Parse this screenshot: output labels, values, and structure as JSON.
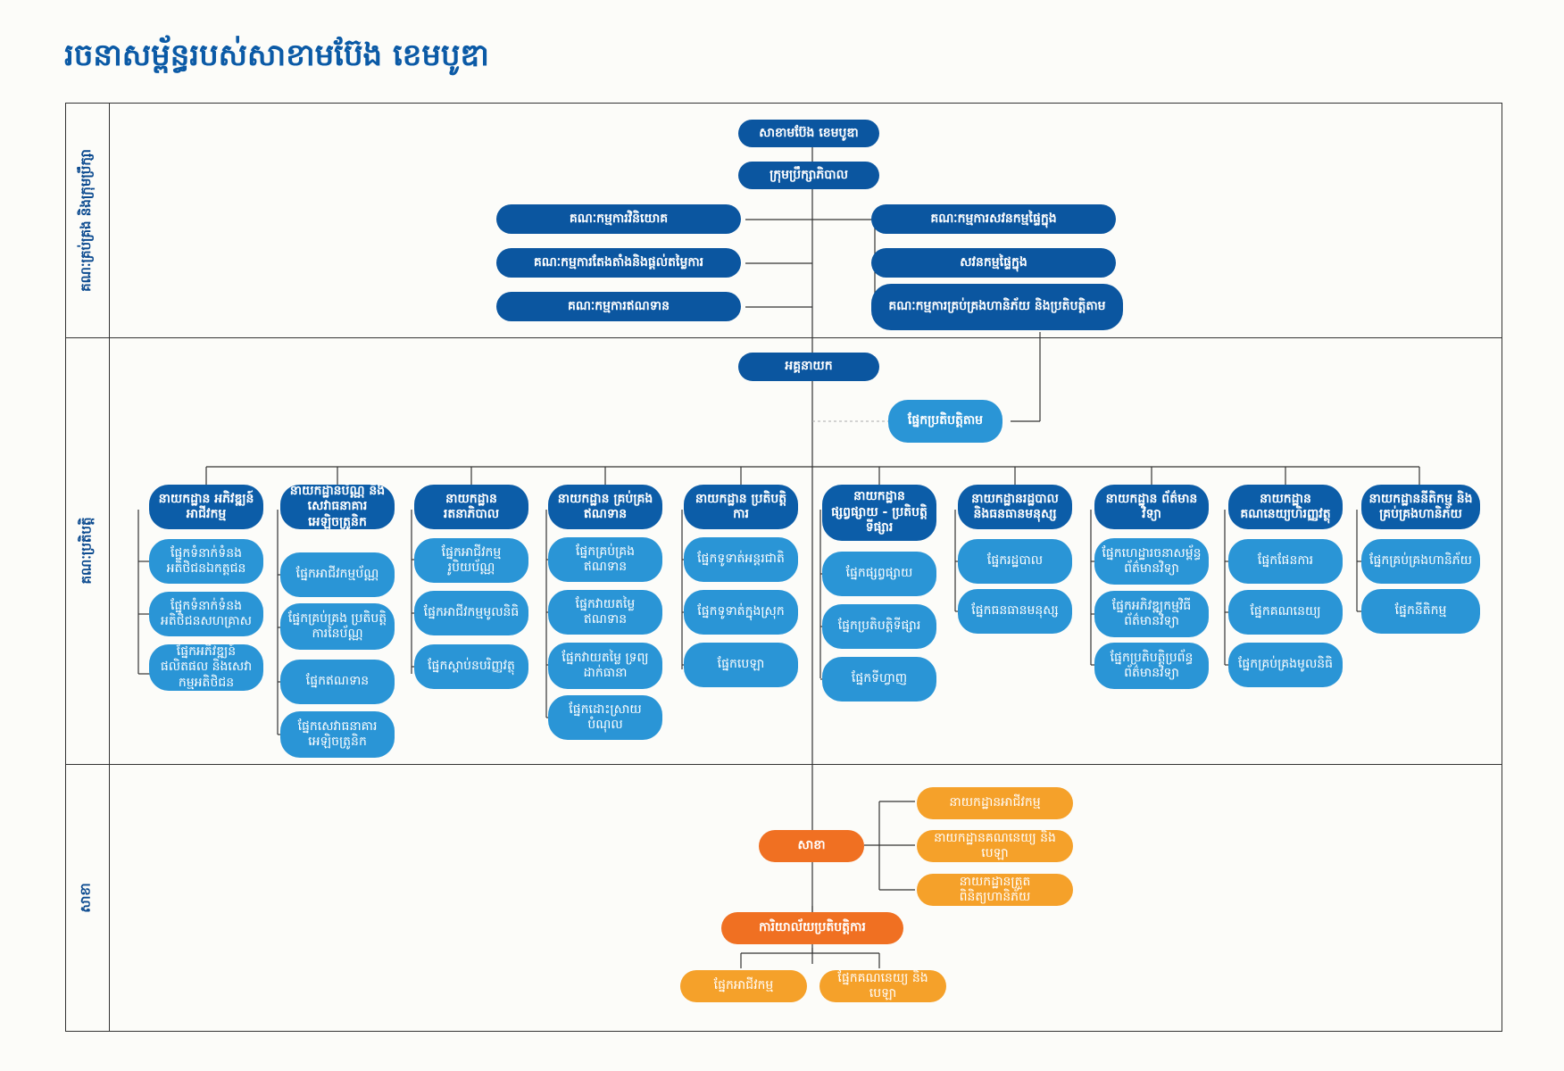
{
  "title": "រចនាសម្ព័ន្ធរបស់សាខាមប៊ែង ខេមបូឌា",
  "sections": {
    "governance": "គណៈគ្រប់គ្រង និងក្រុមប្រឹក្សា",
    "operations": "គណៈប្រតិបត្តិ",
    "branch": "សាខា"
  },
  "board": {
    "bank": "សាខាមប៊ែង ខេមបូឌា",
    "board_of_directors": "ក្រុមប្រឹក្សាភិបាល",
    "left_committees": [
      "គណៈកម្មការវិនិយោគ",
      "គណៈកម្មការតែងតាំងនិងផ្តល់តម្លៃការ",
      "គណៈកម្មការឥណទាន"
    ],
    "right_committees": [
      "គណៈកម្មការសវនកម្មផ្ទៃក្នុង",
      "សវនកម្មផ្ទៃក្នុង",
      "គណៈកម្មការគ្រប់គ្រងហានិភ័យ និងប្រតិបត្តិតាម"
    ]
  },
  "executive": {
    "ceo": "អគ្គនាយក",
    "compliance": "ផ្នែកប្រតិបត្តិតាម"
  },
  "departments": [
    {
      "head": "នាយកដ្ឋាន អភិវឌ្ឍន៍អាជីវកម្ម",
      "units": [
        "ផ្នែកទំនាក់ទំនង អតិថិជនឯកត្តជន",
        "ផ្នែកទំនាក់ទំនង អតិថិជនសហគ្រាស",
        "ផ្នែកអភិវឌ្ឍន៍ផលិតផល និងសេវាកម្មអតិថិជន"
      ]
    },
    {
      "head": "នាយកដ្ឋានប័ណ្ណ និងសេវាធនាគារ អេឡិចត្រូនិក",
      "units": [
        "ផ្នែកអាជីវកម្មប័ណ្ណ",
        "ផ្នែកគ្រប់គ្រង ប្រតិបត្តិការនៃប័ណ្ណ",
        "ផ្នែកឥណទាន",
        "ផ្នែកសេវាធនាគារ អេឡិចត្រូនិក"
      ]
    },
    {
      "head": "នាយកដ្ឋាន រតនាភិបាល",
      "units": [
        "ផ្នែកអាជីវកម្មរូបិយប័ណ្ណ",
        "ផ្នែកអាជីវកម្មមូលនិធិ",
        "ផ្នែកស្តាប់នបរិញ្ញវត្ថុ"
      ]
    },
    {
      "head": "នាយកដ្ឋាន គ្រប់គ្រងឥណទាន",
      "units": [
        "ផ្នែកគ្រប់គ្រងឥណទាន",
        "ផ្នែកវាយតម្លៃឥណទាន",
        "ផ្នែកវាយតម្លៃ ទ្រព្យដាក់ធានា",
        "ផ្នែកដោះស្រាយបំណុល"
      ]
    },
    {
      "head": "នាយកដ្ឋាន ប្រតិបត្តិការ",
      "units": [
        "ផ្នែកទូទាត់អន្តរជាតិ",
        "ផ្នែកទូទាត់ក្នុងស្រុក",
        "ផ្នែកបេឡា"
      ]
    },
    {
      "head": "នាយកដ្ឋាន ផ្សព្វផ្សាយ - ប្រតិបត្តិទីផ្សារ",
      "units": [
        "ផ្នែកផ្សព្វផ្សាយ",
        "ផ្នែកប្រតិបត្តិទីផ្សារ",
        "ផ្នែកទីហ្វាញ"
      ]
    },
    {
      "head": "នាយកដ្ឋានរដ្ឋបាល និងធនធានមនុស្ស",
      "units": [
        "ផ្នែករដ្ឋបាល",
        "ផ្នែកធនធានមនុស្ស"
      ]
    },
    {
      "head": "នាយកដ្ឋាន ព័ត៌មានវិទ្យា",
      "units": [
        "ផ្នែកហេដ្ឋារចនាសម្ព័ន្ធ ព័ត៌មានវិទ្យា",
        "ផ្នែកអភិវឌ្ឍកម្មវិធី ព័ត៌មានវិទ្យា",
        "ផ្នែកប្រតិបត្តិប្រព័ន្ធ ព័ត៌មានវិទ្យា"
      ]
    },
    {
      "head": "នាយកដ្ឋាន គណនេយ្យហិរញ្ញវត្ថុ",
      "units": [
        "ផ្នែកផែនការ",
        "ផ្នែកគណនេយ្យ",
        "ផ្នែកគ្រប់គ្រងមូលនិធិ"
      ]
    },
    {
      "head": "នាយកដ្ឋាននីតិកម្ម និងគ្រប់គ្រងហានិភ័យ",
      "units": [
        "ផ្នែកគ្រប់គ្រងហានិភ័យ",
        "ផ្នែកនីតិកម្ម"
      ]
    }
  ],
  "branch_section": {
    "branch": "សាខា",
    "branch_departments": [
      "នាយកដ្ឋានអាជីវកម្ម",
      "នាយកដ្ឋានគណនេយ្យ និងបេឡា",
      "នាយកដ្ឋានត្រួតពិនិត្យហានិភ័យ"
    ],
    "office": "ការិយាល័យប្រតិបត្តិការ",
    "office_units": [
      "ផ្នែកអាជីវកម្ម",
      "ផ្នែកគណនេយ្យ និងបេឡា"
    ]
  }
}
